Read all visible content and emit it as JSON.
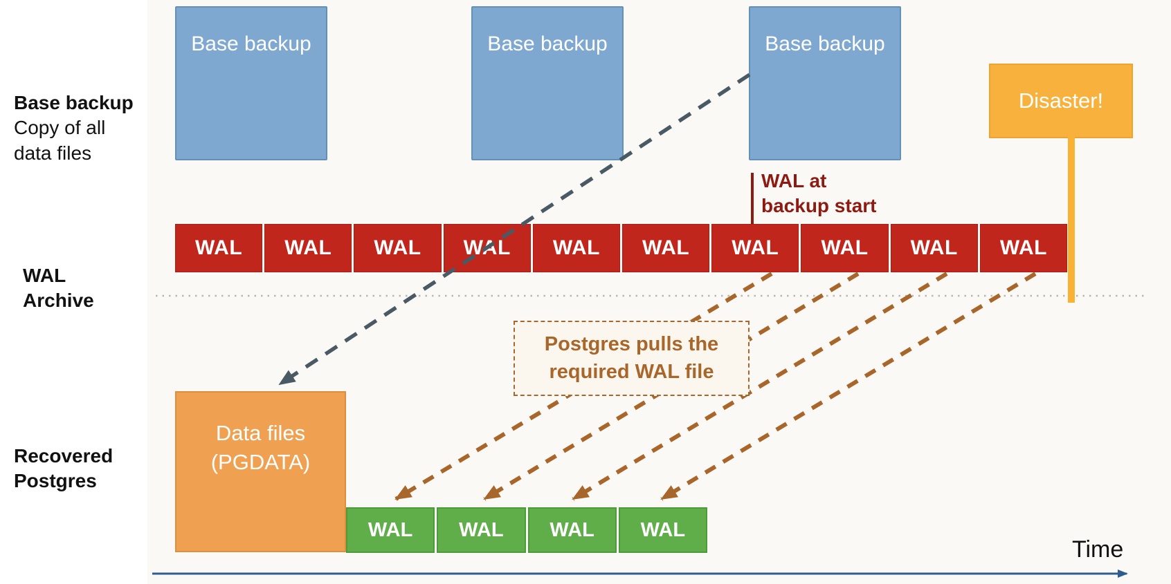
{
  "legend": {
    "base_backup": {
      "title": "Base backup",
      "desc": "Copy of all\ndata files"
    },
    "wal_archive": "WAL\nArchive",
    "recovered_postgres": "Recovered\nPostgres"
  },
  "base_backup_boxes": [
    {
      "label": "Base backup"
    },
    {
      "label": "Base backup"
    },
    {
      "label": "Base backup"
    }
  ],
  "disaster": {
    "label": "Disaster!"
  },
  "wal_archive_cells": [
    "WAL",
    "WAL",
    "WAL",
    "WAL",
    "WAL",
    "WAL",
    "WAL",
    "WAL",
    "WAL",
    "WAL"
  ],
  "annotations": {
    "wal_at_backup_start": "WAL at\nbackup start",
    "postgres_pulls": "Postgres pulls the\nrequired WAL file"
  },
  "recovered": {
    "data_files": "Data files\n(PGDATA)",
    "wal_cells": [
      "WAL",
      "WAL",
      "WAL",
      "WAL"
    ]
  },
  "time_axis": {
    "label": "Time"
  },
  "colors": {
    "base_backup_fill": "#7fa8d1",
    "base_backup_border": "#6390ba",
    "disaster_fill": "#f8b13c",
    "disaster_border": "#eda42f",
    "wal_red": "#c1261c",
    "wal_red_border": "#a81e15",
    "dark_red": "#8e1b12",
    "brown": "#a9662a",
    "data_files_fill": "#efa050",
    "data_files_border": "#dd8f3d",
    "green": "#5fae49",
    "green_border": "#4c9a3a",
    "slate": "#4a5a64",
    "axis_blue": "#2f5c8f",
    "orange_line": "#f9b233",
    "note_bg": "#fbf7ef"
  }
}
